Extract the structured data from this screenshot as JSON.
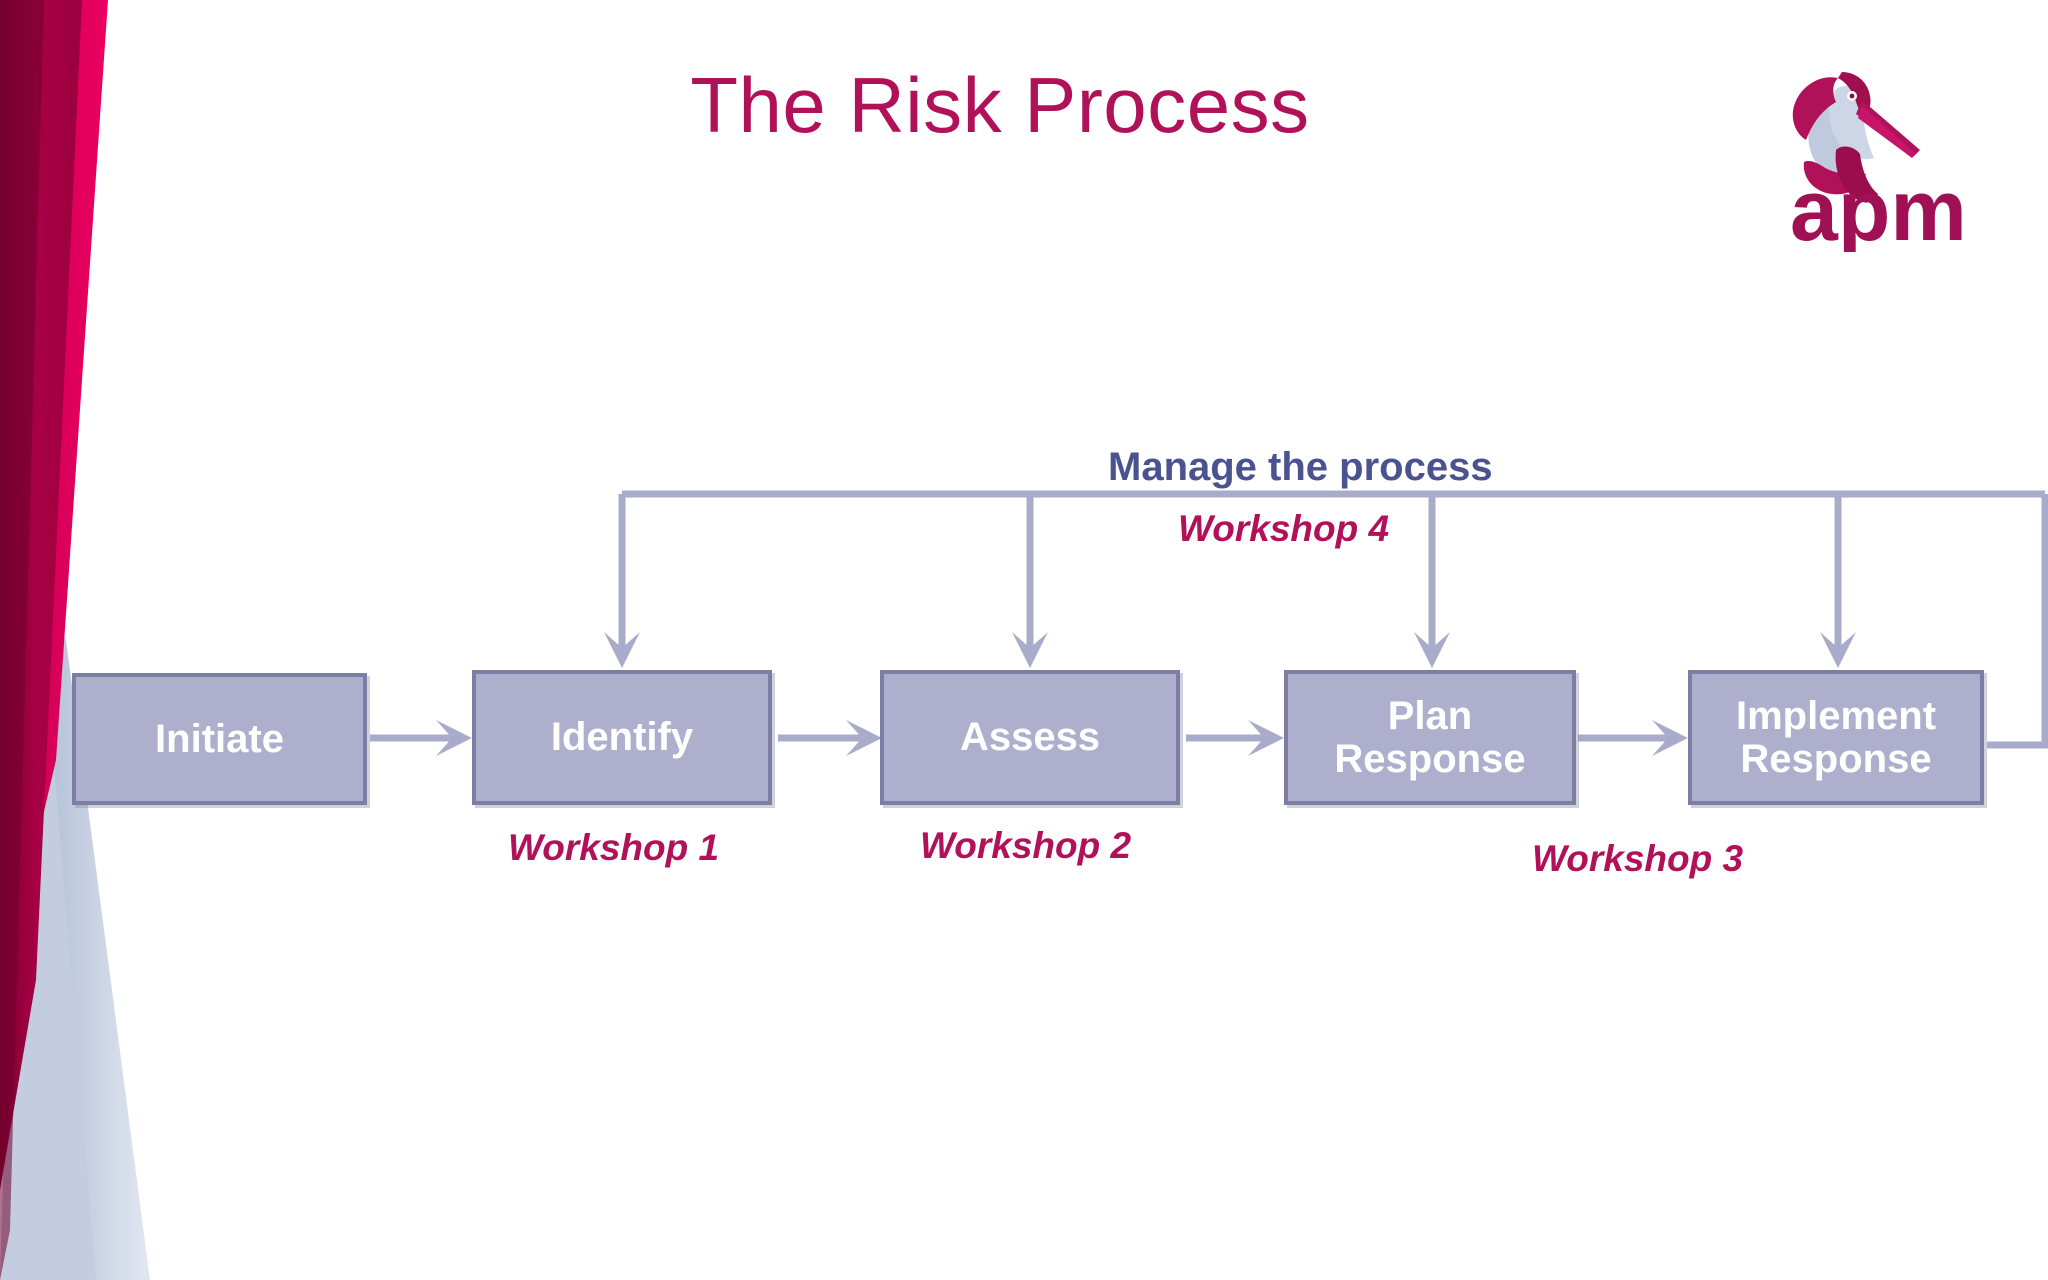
{
  "slide": {
    "title": "The Risk Process",
    "title_color": "#b01158",
    "background": "#ffffff"
  },
  "logo": {
    "name": "apm-logo",
    "wordmark": "apm",
    "bird_color": "#b01158",
    "bird_highlight": "#b9c4dc",
    "wordmark_color": "#a01054"
  },
  "decor": {
    "name": "left-ribbon-band",
    "colors": [
      "#8e0033",
      "#c2004c",
      "#e6005c",
      "#b9c4dc",
      "#d6dcea"
    ]
  },
  "diagram": {
    "manage_label": "Manage the process",
    "manage_label_color": "#4a5390",
    "node_fill": "#aeafcd",
    "node_border": "#7c7fa3",
    "node_text_color": "#ffffff",
    "connector_color": "#a9abca",
    "workshop_color": "#b01158",
    "nodes": [
      {
        "id": "initiate",
        "label": "Initiate"
      },
      {
        "id": "identify",
        "label": "Identify"
      },
      {
        "id": "assess",
        "label": "Assess"
      },
      {
        "id": "plan-response",
        "label": "Plan\nResponse"
      },
      {
        "id": "implement-response",
        "label": "Implement\nResponse"
      }
    ],
    "workshops": [
      {
        "id": "workshop-1",
        "label": "Workshop 1"
      },
      {
        "id": "workshop-2",
        "label": "Workshop 2"
      },
      {
        "id": "workshop-3",
        "label": "Workshop 3"
      },
      {
        "id": "workshop-4",
        "label": "Workshop 4"
      }
    ]
  }
}
